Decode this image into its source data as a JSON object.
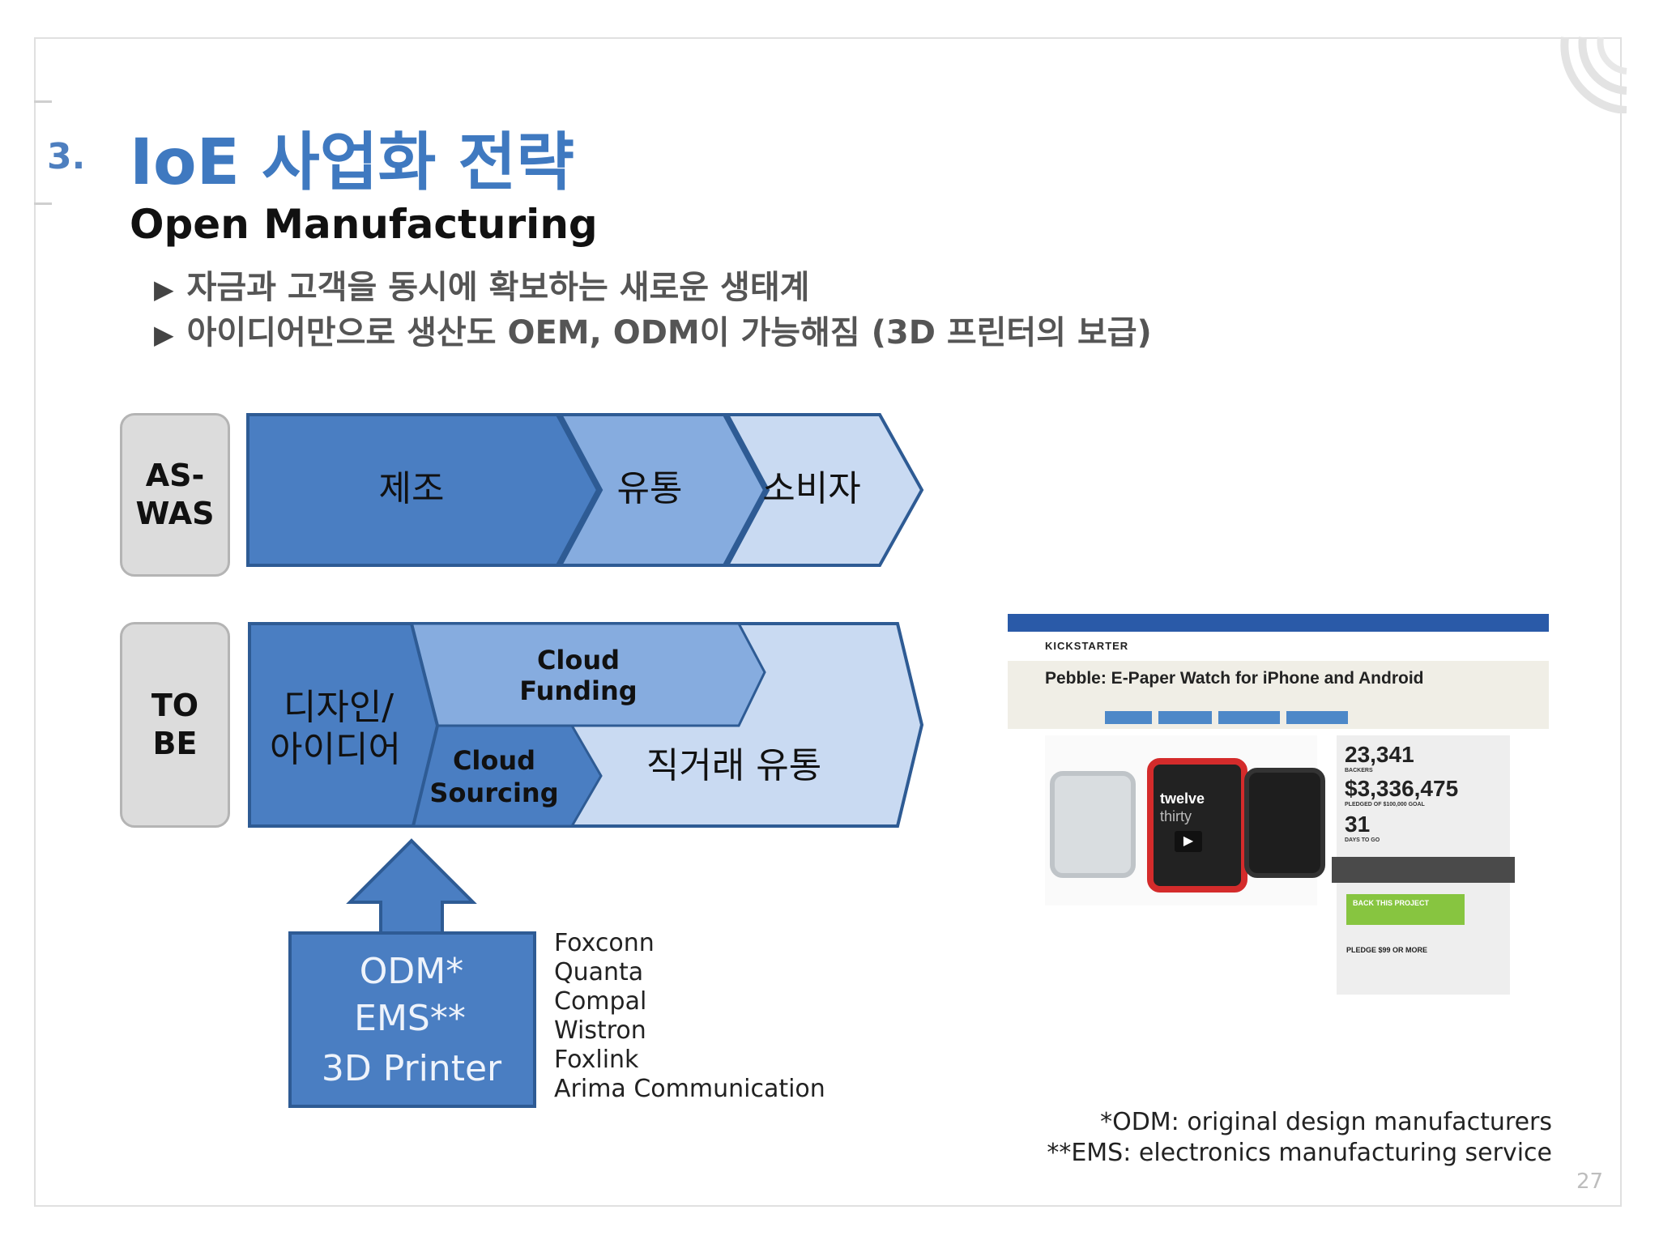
{
  "slide": {
    "section_number": "3.",
    "title": "IoE 사업화 전략",
    "subtitle": "Open Manufacturing",
    "bullets": [
      "자금과 고객을 동시에 확보하는 새로운 생태계",
      "아이디어만으로 생산도 OEM, ODM이 가능해짐 (3D 프린터의 보급)"
    ],
    "bullet_glyph": "▶",
    "page_number": "27"
  },
  "diagram": {
    "as_was": {
      "label_line1": "AS-",
      "label_line2": "WAS",
      "stages": [
        "제조",
        "유통",
        "소비자"
      ]
    },
    "to_be": {
      "label_line1": "TO",
      "label_line2": "BE",
      "design_line1": "디자인/",
      "design_line2": "아이디어",
      "cloud_funding_line1": "Cloud",
      "cloud_funding_line2": "Funding",
      "cloud_sourcing_line1": "Cloud",
      "cloud_sourcing_line2": "Sourcing",
      "direct": "직거래 유통"
    },
    "supplier_box": {
      "line1": "ODM*",
      "line2": "EMS**",
      "line3": "3D Printer"
    },
    "companies": [
      "Foxconn",
      "Quanta",
      "Compal",
      "Wistron",
      "Foxlink",
      "Arima Communication"
    ],
    "colors": {
      "dark": "#4a7ec2",
      "mid": "#86acdf",
      "light": "#c9daf2",
      "stroke": "#2e5b94"
    }
  },
  "screenshot": {
    "site": "KICKSTARTER",
    "project_title": "Pebble: E-Paper Watch for iPhone and Android",
    "backers": "23,341",
    "pledged": "$3,336,475",
    "days": "31",
    "backers_label": "BACKERS",
    "pledged_label": "PLEDGED OF $100,000 GOAL",
    "days_label": "DAYS TO GO",
    "back_button": "BACK THIS PROJECT",
    "pledge_label": "PLEDGE $99 OR MORE",
    "watch_text_line1": "twelve",
    "watch_text_line2": "thirty"
  },
  "footnotes": {
    "odm": "*ODM: original design manufacturers",
    "ems": "**EMS: electronics manufacturing service"
  }
}
